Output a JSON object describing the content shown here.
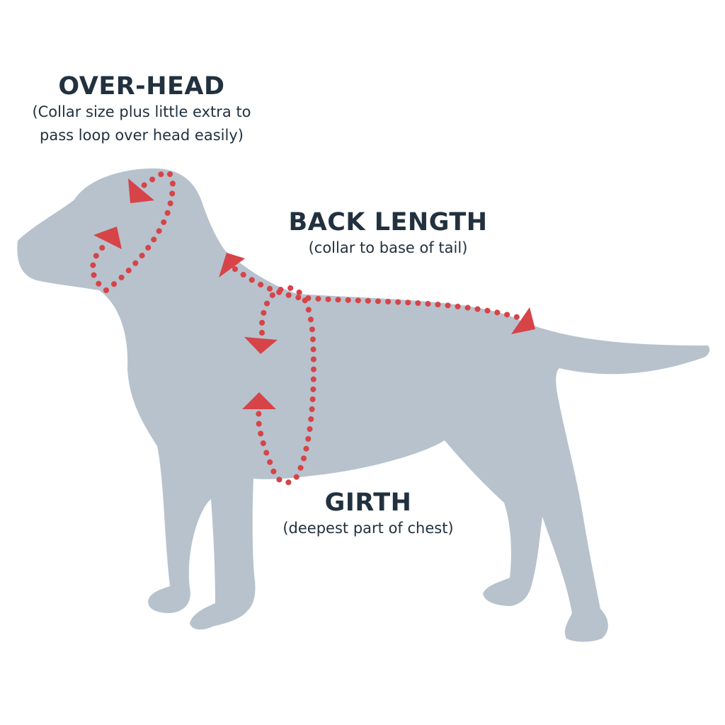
{
  "colors": {
    "silhouette": "#b7c2cd",
    "accent": "#d64448",
    "text": "#22313f",
    "background": "#ffffff"
  },
  "measurements": [
    {
      "key": "overhead",
      "title": "OVER-HEAD",
      "subtitle_lines": [
        "(Collar size plus little extra to",
        "pass loop over head easily)"
      ]
    },
    {
      "key": "back",
      "title": "BACK LENGTH",
      "subtitle_lines": [
        "(collar to base of tail)"
      ]
    },
    {
      "key": "girth",
      "title": "GIRTH",
      "subtitle_lines": [
        "(deepest part of chest)"
      ]
    }
  ]
}
